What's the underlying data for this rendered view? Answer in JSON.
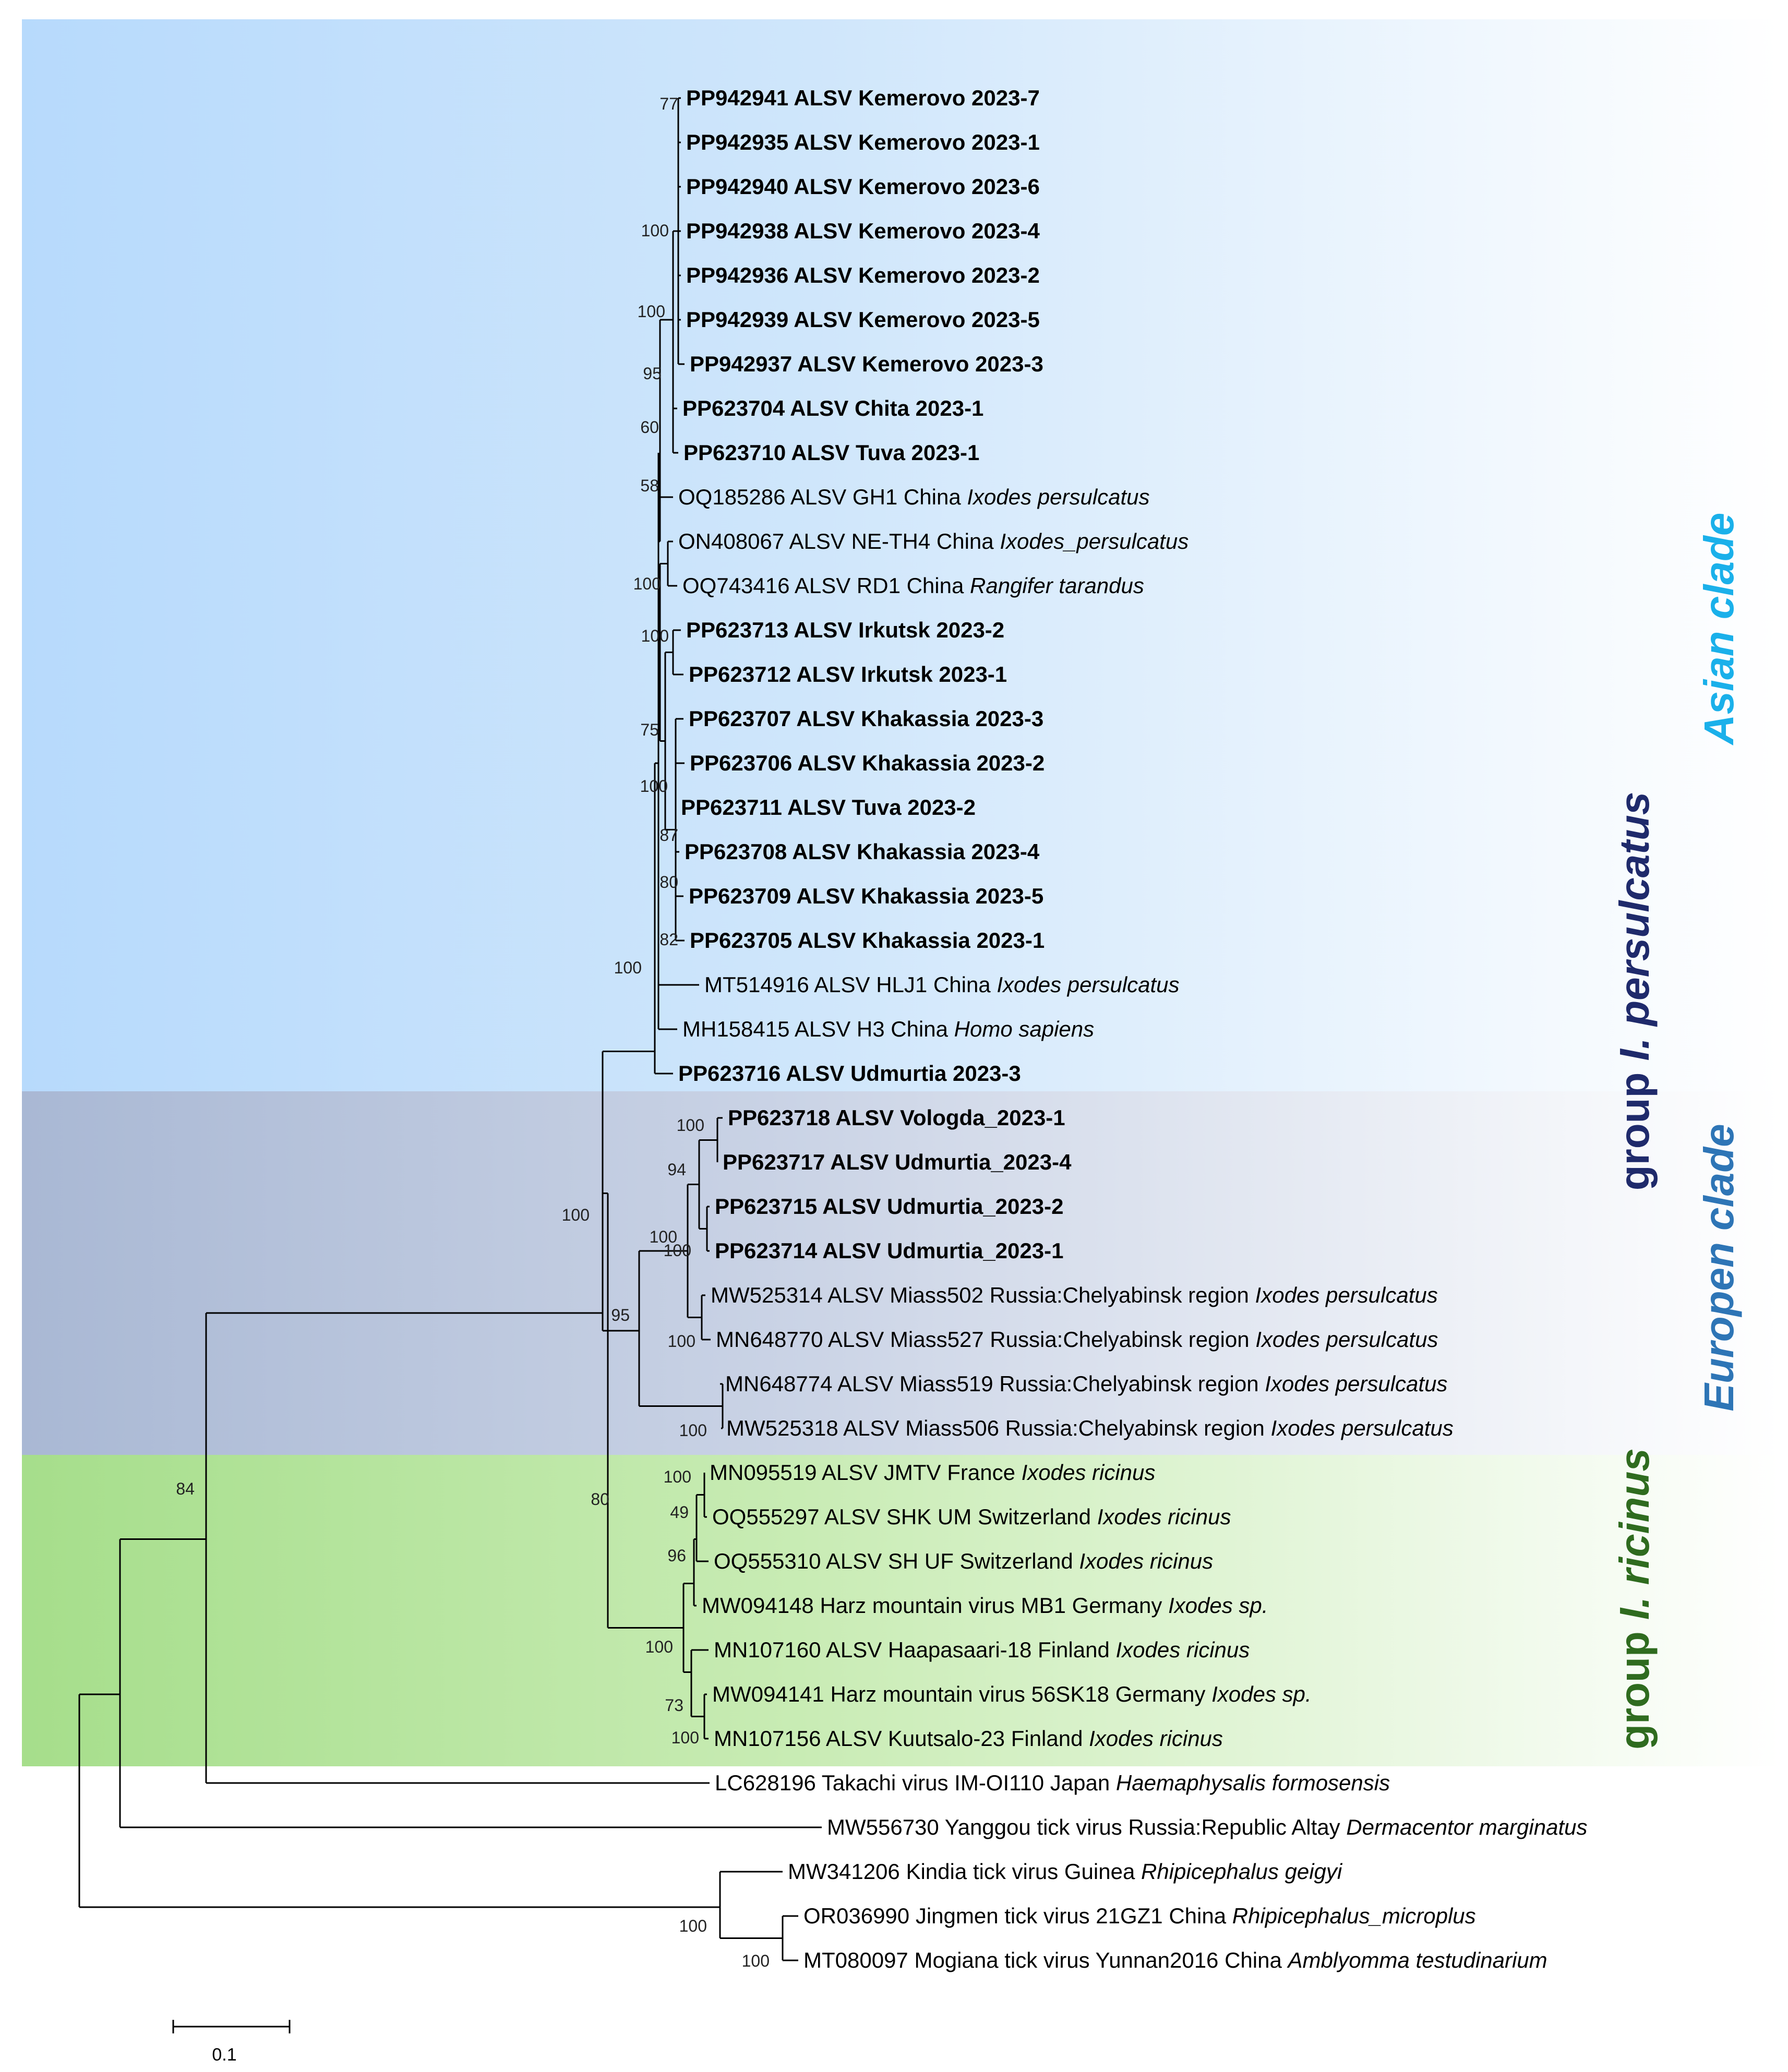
{
  "clades": {
    "asian": {
      "label": "Asian clade",
      "color": "#1ab0ea"
    },
    "european": {
      "label": "Europen clade",
      "color": "#2e75b6"
    },
    "persulcatus": {
      "label": "group I. persulcatus",
      "prefix": "group ",
      "species": "I. persulcatus",
      "color": "#1f2a6b"
    },
    "ricinus": {
      "label": "group I. ricinus",
      "prefix": "group ",
      "species": "I. ricinus",
      "color": "#2f6b1f"
    }
  },
  "colors": {
    "asian_bg": "#b7dafc",
    "european_bg": "#a9b8d4",
    "ricinus_bg": "#a6de8b",
    "line": "#000000"
  },
  "scale_bar": {
    "label": "0.1"
  },
  "taxa": [
    {
      "name": "PP942941 ALSV Kemerovo 2023-7",
      "host": "",
      "bold": true
    },
    {
      "name": "PP942935 ALSV Kemerovo 2023-1",
      "host": "",
      "bold": true
    },
    {
      "name": "PP942940 ALSV Kemerovo 2023-6",
      "host": "",
      "bold": true
    },
    {
      "name": "PP942938 ALSV Kemerovo 2023-4",
      "host": "",
      "bold": true
    },
    {
      "name": "PP942936 ALSV Kemerovo 2023-2",
      "host": "",
      "bold": true
    },
    {
      "name": "PP942939 ALSV Kemerovo 2023-5",
      "host": "",
      "bold": true
    },
    {
      "name": "PP942937 ALSV Kemerovo 2023-3",
      "host": "",
      "bold": true
    },
    {
      "name": "PP623704 ALSV Chita 2023-1",
      "host": "",
      "bold": true
    },
    {
      "name": "PP623710 ALSV Tuva 2023-1",
      "host": "",
      "bold": true
    },
    {
      "name": "OQ185286 ALSV GH1 China ",
      "host": "Ixodes persulcatus",
      "bold": false
    },
    {
      "name": "ON408067 ALSV NE-TH4 China ",
      "host": "Ixodes_persulcatus",
      "bold": false
    },
    {
      "name": "OQ743416 ALSV RD1 China ",
      "host": "Rangifer tarandus",
      "bold": false
    },
    {
      "name": "PP623713 ALSV Irkutsk 2023-2",
      "host": "",
      "bold": true
    },
    {
      "name": "PP623712 ALSV Irkutsk 2023-1",
      "host": "",
      "bold": true
    },
    {
      "name": "PP623707 ALSV Khakassia 2023-3",
      "host": "",
      "bold": true
    },
    {
      "name": "PP623706 ALSV Khakassia 2023-2",
      "host": "",
      "bold": true
    },
    {
      "name": "PP623711 ALSV Tuva 2023-2",
      "host": "",
      "bold": true
    },
    {
      "name": "PP623708 ALSV Khakassia 2023-4",
      "host": "",
      "bold": true
    },
    {
      "name": "PP623709 ALSV Khakassia 2023-5",
      "host": "",
      "bold": true
    },
    {
      "name": "PP623705 ALSV Khakassia 2023-1",
      "host": "",
      "bold": true
    },
    {
      "name": "MT514916 ALSV HLJ1 China ",
      "host": "Ixodes persulcatus",
      "bold": false
    },
    {
      "name": "MH158415 ALSV H3 China ",
      "host": "Homo sapiens",
      "bold": false
    },
    {
      "name": "PP623716 ALSV Udmurtia 2023-3",
      "host": "",
      "bold": true
    },
    {
      "name": "PP623718 ALSV Vologda_2023-1",
      "host": "",
      "bold": true
    },
    {
      "name": "PP623717 ALSV Udmurtia_2023-4",
      "host": "",
      "bold": true
    },
    {
      "name": "PP623715 ALSV Udmurtia_2023-2",
      "host": "",
      "bold": true
    },
    {
      "name": "PP623714 ALSV Udmurtia_2023-1",
      "host": "",
      "bold": true
    },
    {
      "name": "MW525314 ALSV Miass502 Russia:Chelyabinsk region ",
      "host": "Ixodes persulcatus",
      "bold": false
    },
    {
      "name": "MN648770 ALSV Miass527 Russia:Chelyabinsk region ",
      "host": "Ixodes persulcatus",
      "bold": false
    },
    {
      "name": "MN648774 ALSV Miass519 Russia:Chelyabinsk region ",
      "host": "Ixodes persulcatus",
      "bold": false
    },
    {
      "name": "MW525318 ALSV Miass506 Russia:Chelyabinsk region ",
      "host": "Ixodes persulcatus",
      "bold": false
    },
    {
      "name": "MN095519 ALSV JMTV France ",
      "host": "Ixodes ricinus",
      "bold": false
    },
    {
      "name": "OQ555297 ALSV SHK UM Switzerland ",
      "host": "Ixodes ricinus",
      "bold": false
    },
    {
      "name": "OQ555310 ALSV SH UF Switzerland ",
      "host": "Ixodes ricinus",
      "bold": false
    },
    {
      "name": "MW094148 Harz mountain virus MB1 Germany ",
      "host": "Ixodes sp.",
      "bold": false
    },
    {
      "name": "MN107160 ALSV Haapasaari-18 Finland ",
      "host": "Ixodes ricinus",
      "bold": false
    },
    {
      "name": "MW094141 Harz mountain virus 56SK18 Germany ",
      "host": "Ixodes sp.",
      "bold": false
    },
    {
      "name": "MN107156 ALSV Kuutsalo-23 Finland ",
      "host": "Ixodes ricinus",
      "bold": false
    },
    {
      "name": "LC628196 Takachi virus IM-OI110 Japan ",
      "host": "Haemaphysalis formosensis",
      "bold": false
    },
    {
      "name": "MW556730 Yanggou tick virus Russia:Republic Altay ",
      "host": "Dermacentor marginatus",
      "bold": false
    },
    {
      "name": "MW341206 Kindia tick virus Guinea ",
      "host": "Rhipicephalus geigyi",
      "bold": false
    },
    {
      "name": "OR036990 Jingmen tick virus 21GZ1 China ",
      "host": "Rhipicephalus_microplus",
      "bold": false
    },
    {
      "name": "MT080097 Mogiana tick virus Yunnan2016 China ",
      "host": "Amblyomma testudinarium",
      "bold": false
    }
  ],
  "bootstrap": [
    "77",
    "100",
    "100",
    "95",
    "60",
    "58",
    "100",
    "100",
    "75",
    "100",
    "87",
    "80",
    "82",
    "100",
    "100",
    "94",
    "100",
    "100",
    "95",
    "100",
    "100",
    "100",
    "49",
    "96",
    "100",
    "73",
    "100",
    "80",
    "84",
    "100",
    "100"
  ]
}
